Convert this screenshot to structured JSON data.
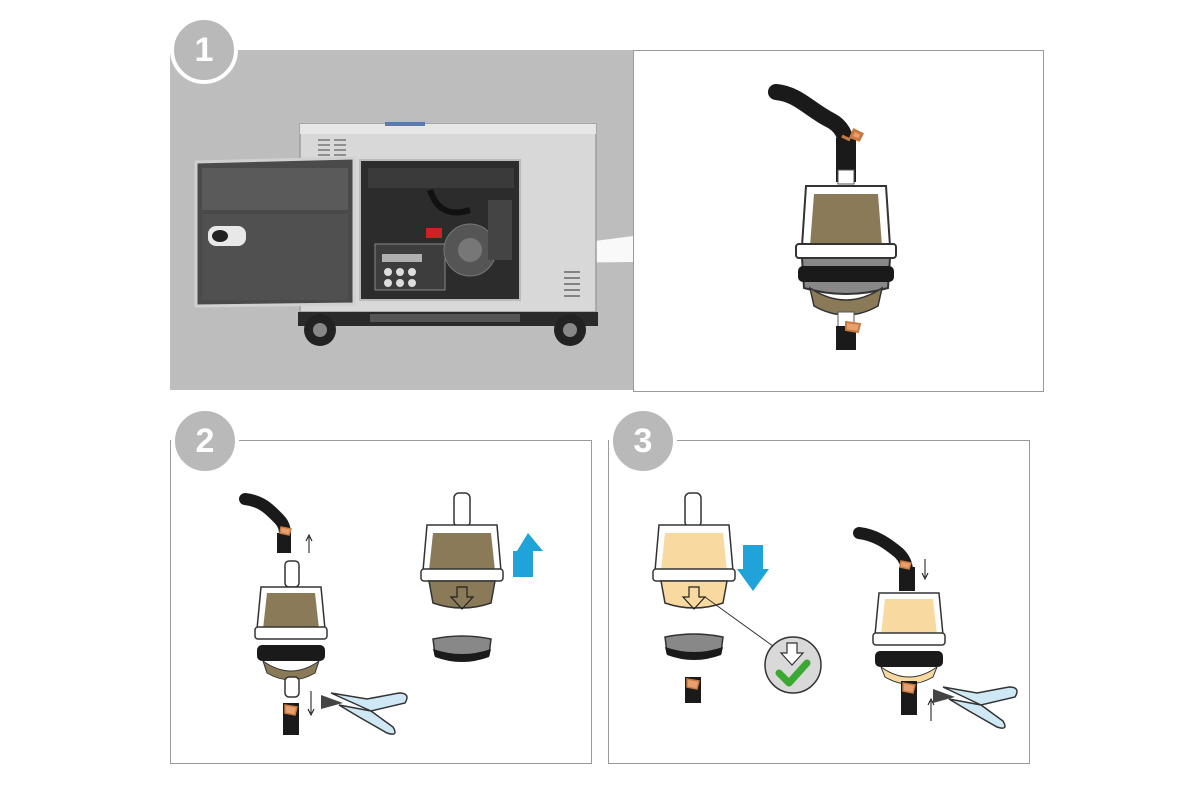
{
  "steps": [
    {
      "number": "1"
    },
    {
      "number": "2"
    },
    {
      "number": "3"
    }
  ],
  "icons": {
    "generator": "generator-image",
    "filter": "fuel-filter-icon",
    "pliers": "pliers-icon",
    "arrow_up": "arrow-up-icon",
    "arrow_down": "arrow-down-icon",
    "check": "checkmark-icon"
  },
  "colors": {
    "badge": "#b9b9b9",
    "frame": "#9a9a9a",
    "photo_bg": "#bdbdbd",
    "dirty_filter": "#8a7a58",
    "clean_filter": "#f8d9a0",
    "arrow_blue": "#1fa3d9",
    "check_green": "#3aa832",
    "pliers_blue": "#cfe8f5"
  }
}
